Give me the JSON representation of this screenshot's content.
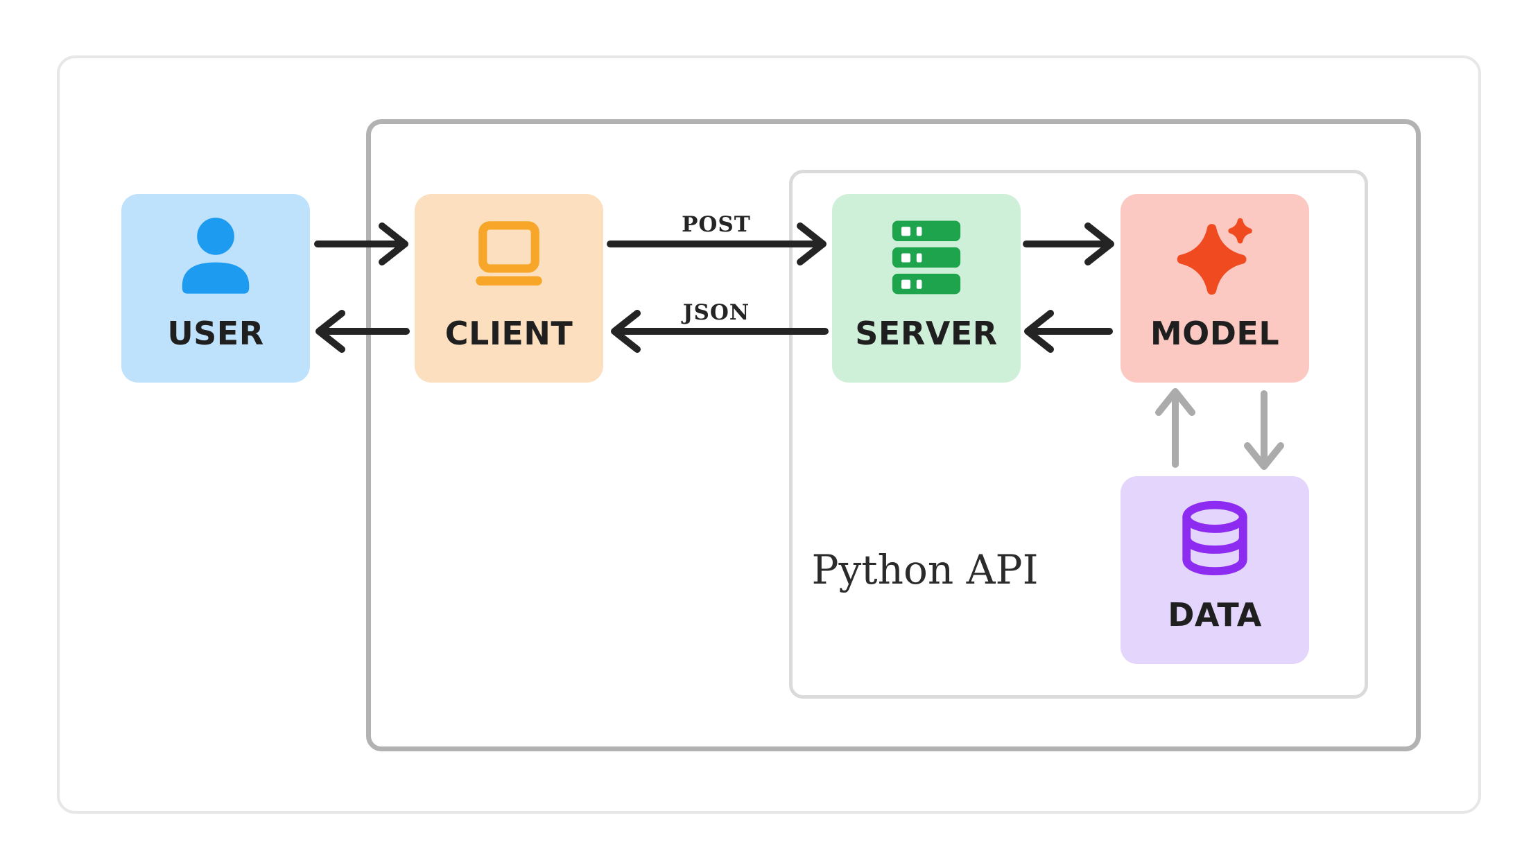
{
  "nodes": {
    "user": {
      "label": "USER",
      "icon": "person-icon",
      "bg": "#bee2fc",
      "icon_color": "#1d9bf0"
    },
    "client": {
      "label": "CLIENT",
      "icon": "laptop-icon",
      "bg": "#fcdfbe",
      "icon_color": "#f7a62a"
    },
    "server": {
      "label": "SERVER",
      "icon": "server-icon",
      "bg": "#cff0d8",
      "icon_color": "#1ea44d"
    },
    "model": {
      "label": "MODEL",
      "icon": "sparkle-icon",
      "bg": "#fcc9c2",
      "icon_color": "#f04a20"
    },
    "data": {
      "label": "DATA",
      "icon": "database-icon",
      "bg": "#e3d5fb",
      "icon_color": "#8d2cf0"
    }
  },
  "edges": {
    "post_label": "POST",
    "json_label": "JSON"
  },
  "groups": {
    "python_api_label": "Python API"
  },
  "colors": {
    "arrow_black": "#242424",
    "arrow_gray": "#ababab",
    "outer_border": "#e7e7e7",
    "mid_border": "#b2b2b2",
    "inner_border": "#dadada",
    "label_text": "#1f1f1f"
  }
}
